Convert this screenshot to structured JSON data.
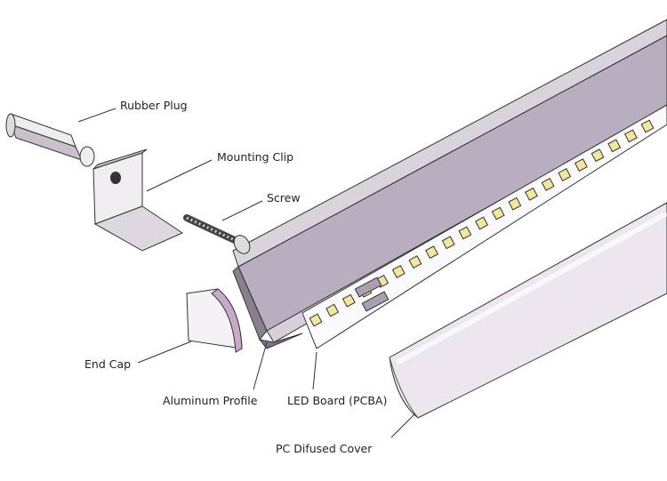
{
  "labels": {
    "rubber_plug": "Rubber Plug",
    "mounting_clip": "Mounting Clip",
    "screw": "Screw",
    "end_cap": "End Cap",
    "aluminum_profile": "Aluminum Profile",
    "led_board": "LED Board (PCBA)",
    "pc_cover": "PC Difused Cover"
  },
  "colors": {
    "profile_wall": "#b9aebf",
    "profile_dark": "#7d7380",
    "led": "#f3e79a",
    "cover": "#ece6ef",
    "line": "#333333"
  }
}
